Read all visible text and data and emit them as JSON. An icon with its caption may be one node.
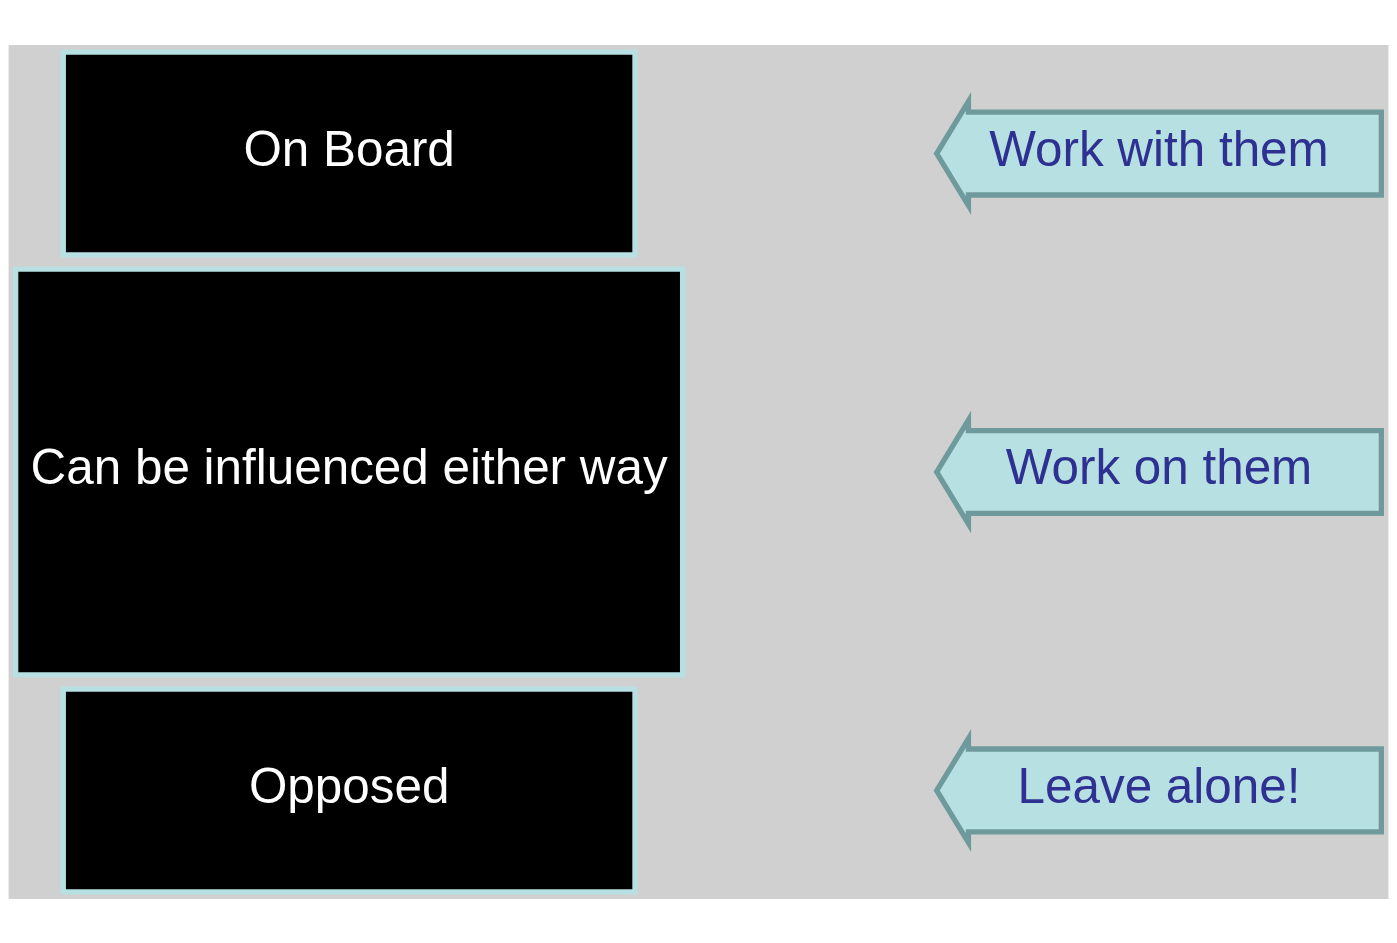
{
  "diagram": {
    "nodes": [
      {
        "text": [
          "On Board"
        ]
      },
      {
        "text": [
          "Can be influenced either way"
        ]
      },
      {
        "text": [
          "Opposed"
        ]
      },
      {
        "text": [
          "Work with them"
        ]
      },
      {
        "text": [
          "Work on them"
        ]
      },
      {
        "text": [
          "Leave alone!"
        ]
      }
    ]
  }
}
